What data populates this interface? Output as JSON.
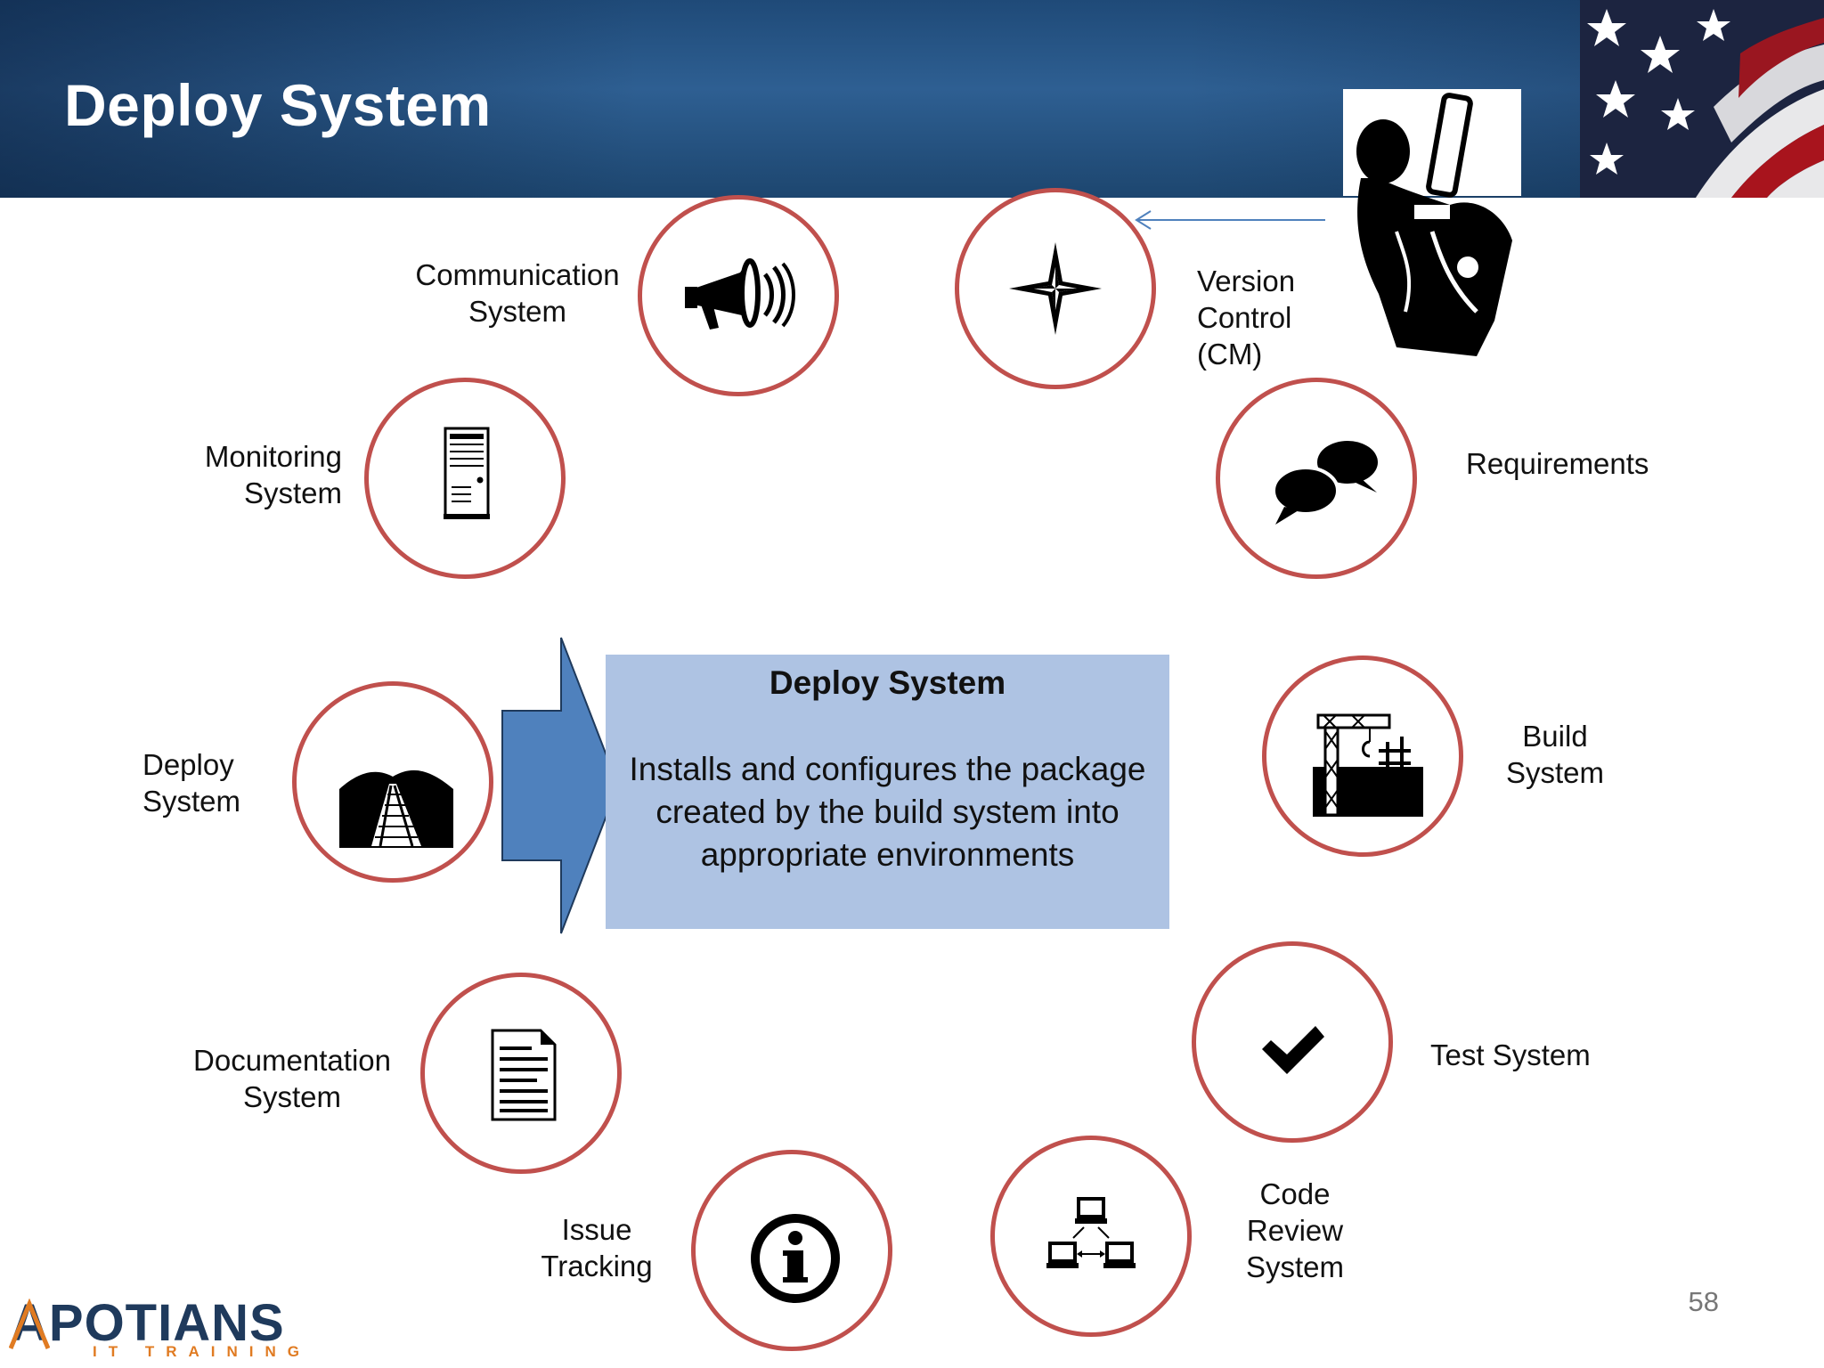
{
  "slide": {
    "title": "Deploy System",
    "page_number": "58",
    "logo_name": "APOTIANS",
    "logo_tagline": "IT TRAINING"
  },
  "center": {
    "title": "Deploy System",
    "description": "Installs and configures the package created by the build system into appropriate environments"
  },
  "nodes": [
    {
      "id": "communication",
      "label": "Communication System",
      "icon": "megaphone-icon"
    },
    {
      "id": "version-control",
      "label": "Version Control (CM)",
      "icon": "compass-star-icon"
    },
    {
      "id": "monitoring",
      "label": "Monitoring System",
      "icon": "server-icon"
    },
    {
      "id": "requirements",
      "label": "Requirements",
      "icon": "speech-bubbles-icon"
    },
    {
      "id": "deploy",
      "label": "Deploy System",
      "icon": "railroad-tunnel-icon"
    },
    {
      "id": "build",
      "label": "Build System",
      "icon": "construction-crane-icon"
    },
    {
      "id": "documentation",
      "label": "Documentation System",
      "icon": "document-icon"
    },
    {
      "id": "test",
      "label": "Test System",
      "icon": "checkmark-icon"
    },
    {
      "id": "issue-tracking",
      "label": "Issue Tracking",
      "icon": "info-icon"
    },
    {
      "id": "code-review",
      "label": "Code Review System",
      "icon": "network-computers-icon"
    }
  ],
  "labels": {
    "communication": [
      "Communication",
      "System"
    ],
    "version_control": [
      "Version",
      "Control",
      "(CM)"
    ],
    "monitoring": [
      "Monitoring",
      "System"
    ],
    "requirements": [
      "Requirements"
    ],
    "deploy": [
      "Deploy",
      "System"
    ],
    "build": [
      "Build",
      "System"
    ],
    "documentation": [
      "Documentation",
      "System"
    ],
    "test": [
      "Test System"
    ],
    "issue": [
      "Issue",
      "Tracking"
    ],
    "code_review": [
      "Code",
      "Review",
      "System"
    ]
  },
  "colors": {
    "header": "#2e5f92",
    "circle_border": "#c0504d",
    "center_box": "#aec3e3",
    "arrow": "#4f81bd",
    "logo_text": "#1f3a5c",
    "logo_accent": "#e07b22"
  }
}
